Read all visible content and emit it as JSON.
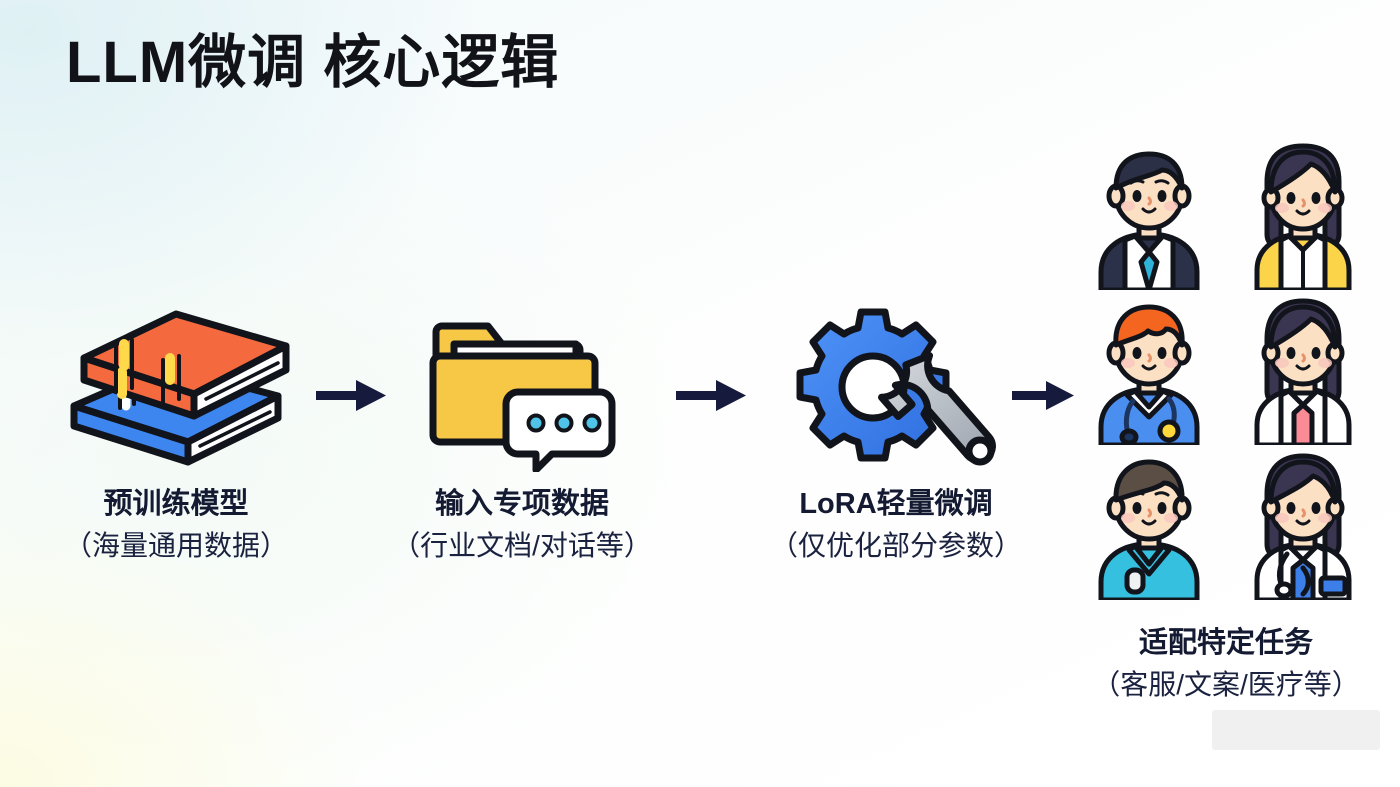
{
  "slide": {
    "title": "LLM微调  核心逻辑",
    "background_top_left": "#eef7f9",
    "background_bottom_left": "#fcfce0",
    "background_base": "#ffffff",
    "title_color": "#111318"
  },
  "colors": {
    "text_dark_navy": "#141a32",
    "arrow": "#161b3d",
    "book_top": "#f4693e",
    "book_top_band": "#ffd94a",
    "book_bottom": "#3d86f0",
    "folder": "#f6c council",
    "folder_yellow": "#f7c846",
    "bubble": "#ffffff",
    "bubble_dot": "#4fc3e8",
    "gear": "#3d86f0",
    "wrench": "#b9bec6",
    "outline": "#12141c"
  },
  "flow": {
    "steps": [
      {
        "id": "pretrained-model",
        "icon": "books-icon",
        "label": "预训练模型",
        "sublabel": "（海量通用数据）"
      },
      {
        "id": "input-domain-data",
        "icon": "folder-chat-icon",
        "label": "输入专项数据",
        "sublabel": "（行业文档/对话等）"
      },
      {
        "id": "lora-finetune",
        "icon": "gear-wrench-icon",
        "label": "LoRA轻量微调",
        "sublabel": "（仅优化部分参数）"
      },
      {
        "id": "task-adaptation",
        "icon": "people-grid-icon",
        "label": "适配特定任务",
        "sublabel": "（客服/文案/医疗等）"
      }
    ],
    "arrows": [
      {
        "id": "arrow-1",
        "direction": "right"
      },
      {
        "id": "arrow-2",
        "direction": "right"
      },
      {
        "id": "arrow-3",
        "direction": "right"
      }
    ]
  },
  "people": [
    {
      "id": "businessman",
      "role": "businessman",
      "hair": "#2b3047",
      "skin": "#fbe0c4",
      "outfit": "#2b3149",
      "accent": "#2fb3d9"
    },
    {
      "id": "businesswoman",
      "role": "businesswoman",
      "hair": "#3a3551",
      "skin": "#fbe0c4",
      "outfit": "#fbd44a",
      "accent": "#ffffff"
    },
    {
      "id": "nurse-male",
      "role": "male-medical-staff",
      "hair": "#f4651f",
      "skin": "#fbe0c4",
      "outfit": "#4a8ef0",
      "accent": "#ffd93b"
    },
    {
      "id": "doctor-female",
      "role": "female-doctor-coat",
      "hair": "#3a3551",
      "skin": "#fbe0c4",
      "outfit": "#ffffff",
      "accent": "#f98a96"
    },
    {
      "id": "scrubs-male",
      "role": "male-scrubs",
      "hair": "#5a4e45",
      "skin": "#fbe0c4",
      "outfit": "#36c0e0",
      "accent": "#f1f1f1"
    },
    {
      "id": "doctor-female-2",
      "role": "female-doctor",
      "hair": "#3a3551",
      "skin": "#fbe0c4",
      "outfit": "#ffffff",
      "accent": "#3d7fe8"
    }
  ]
}
